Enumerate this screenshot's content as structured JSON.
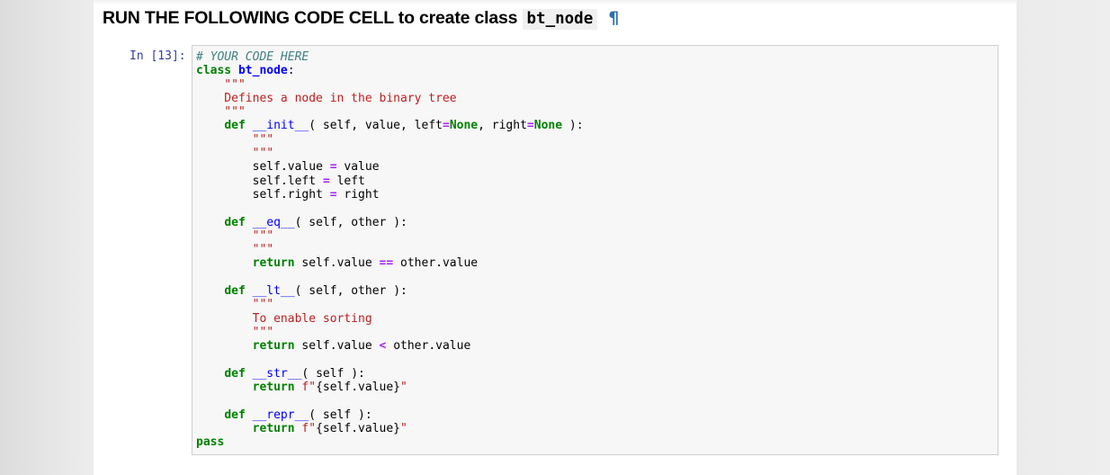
{
  "heading": {
    "text_before": "RUN THE FOLLOWING CODE CELL to create class ",
    "code_span": "bt_node",
    "anchor_glyph": "¶"
  },
  "cell": {
    "prompt": "In [13]:",
    "execution_count": 13,
    "language": "python",
    "code_lines": [
      "# YOUR CODE HERE",
      "class bt_node:",
      "    \"\"\"",
      "    Defines a node in the binary tree",
      "    \"\"\"",
      "    def __init__( self, value, left=None, right=None ):",
      "        \"\"\"",
      "        \"\"\"",
      "        self.value = value",
      "        self.left = left",
      "        self.right = right",
      "",
      "    def __eq__( self, other ):",
      "        \"\"\"",
      "        \"\"\"",
      "        return self.value == other.value",
      "",
      "    def __lt__( self, other ):",
      "        \"\"\"",
      "        To enable sorting",
      "        \"\"\"",
      "        return self.value < other.value",
      "",
      "    def __str__( self ):",
      "        return f\"{self.value}\"",
      "",
      "    def __repr__( self ):",
      "        return f\"{self.value}\"",
      "pass"
    ],
    "code_text": "# YOUR CODE HERE\nclass bt_node:\n    \"\"\"\n    Defines a node in the binary tree\n    \"\"\"\n    def __init__( self, value, left=None, right=None ):\n        \"\"\"\n        \"\"\"\n        self.value = value\n        self.left = left\n        self.right = right\n\n    def __eq__( self, other ):\n        \"\"\"\n        \"\"\"\n        return self.value == other.value\n\n    def __lt__( self, other ):\n        \"\"\"\n        To enable sorting\n        \"\"\"\n        return self.value < other.value\n\n    def __str__( self ):\n        return f\"{self.value}\"\n\n    def __repr__( self ):\n        return f\"{self.value}\"\npass"
  },
  "colors": {
    "page_background": "#ffffff",
    "app_background": "#ececec",
    "cell_background": "#f7f7f7",
    "cell_border": "#cfcfcf",
    "prompt_text": "#303F9F",
    "comment": "#408080",
    "keyword": "#008000",
    "class_name": "#0000FF",
    "operator": "#AA22FF",
    "string": "#BA2121",
    "anchor_link": "#2c6fad",
    "heading_text": "#000000"
  }
}
